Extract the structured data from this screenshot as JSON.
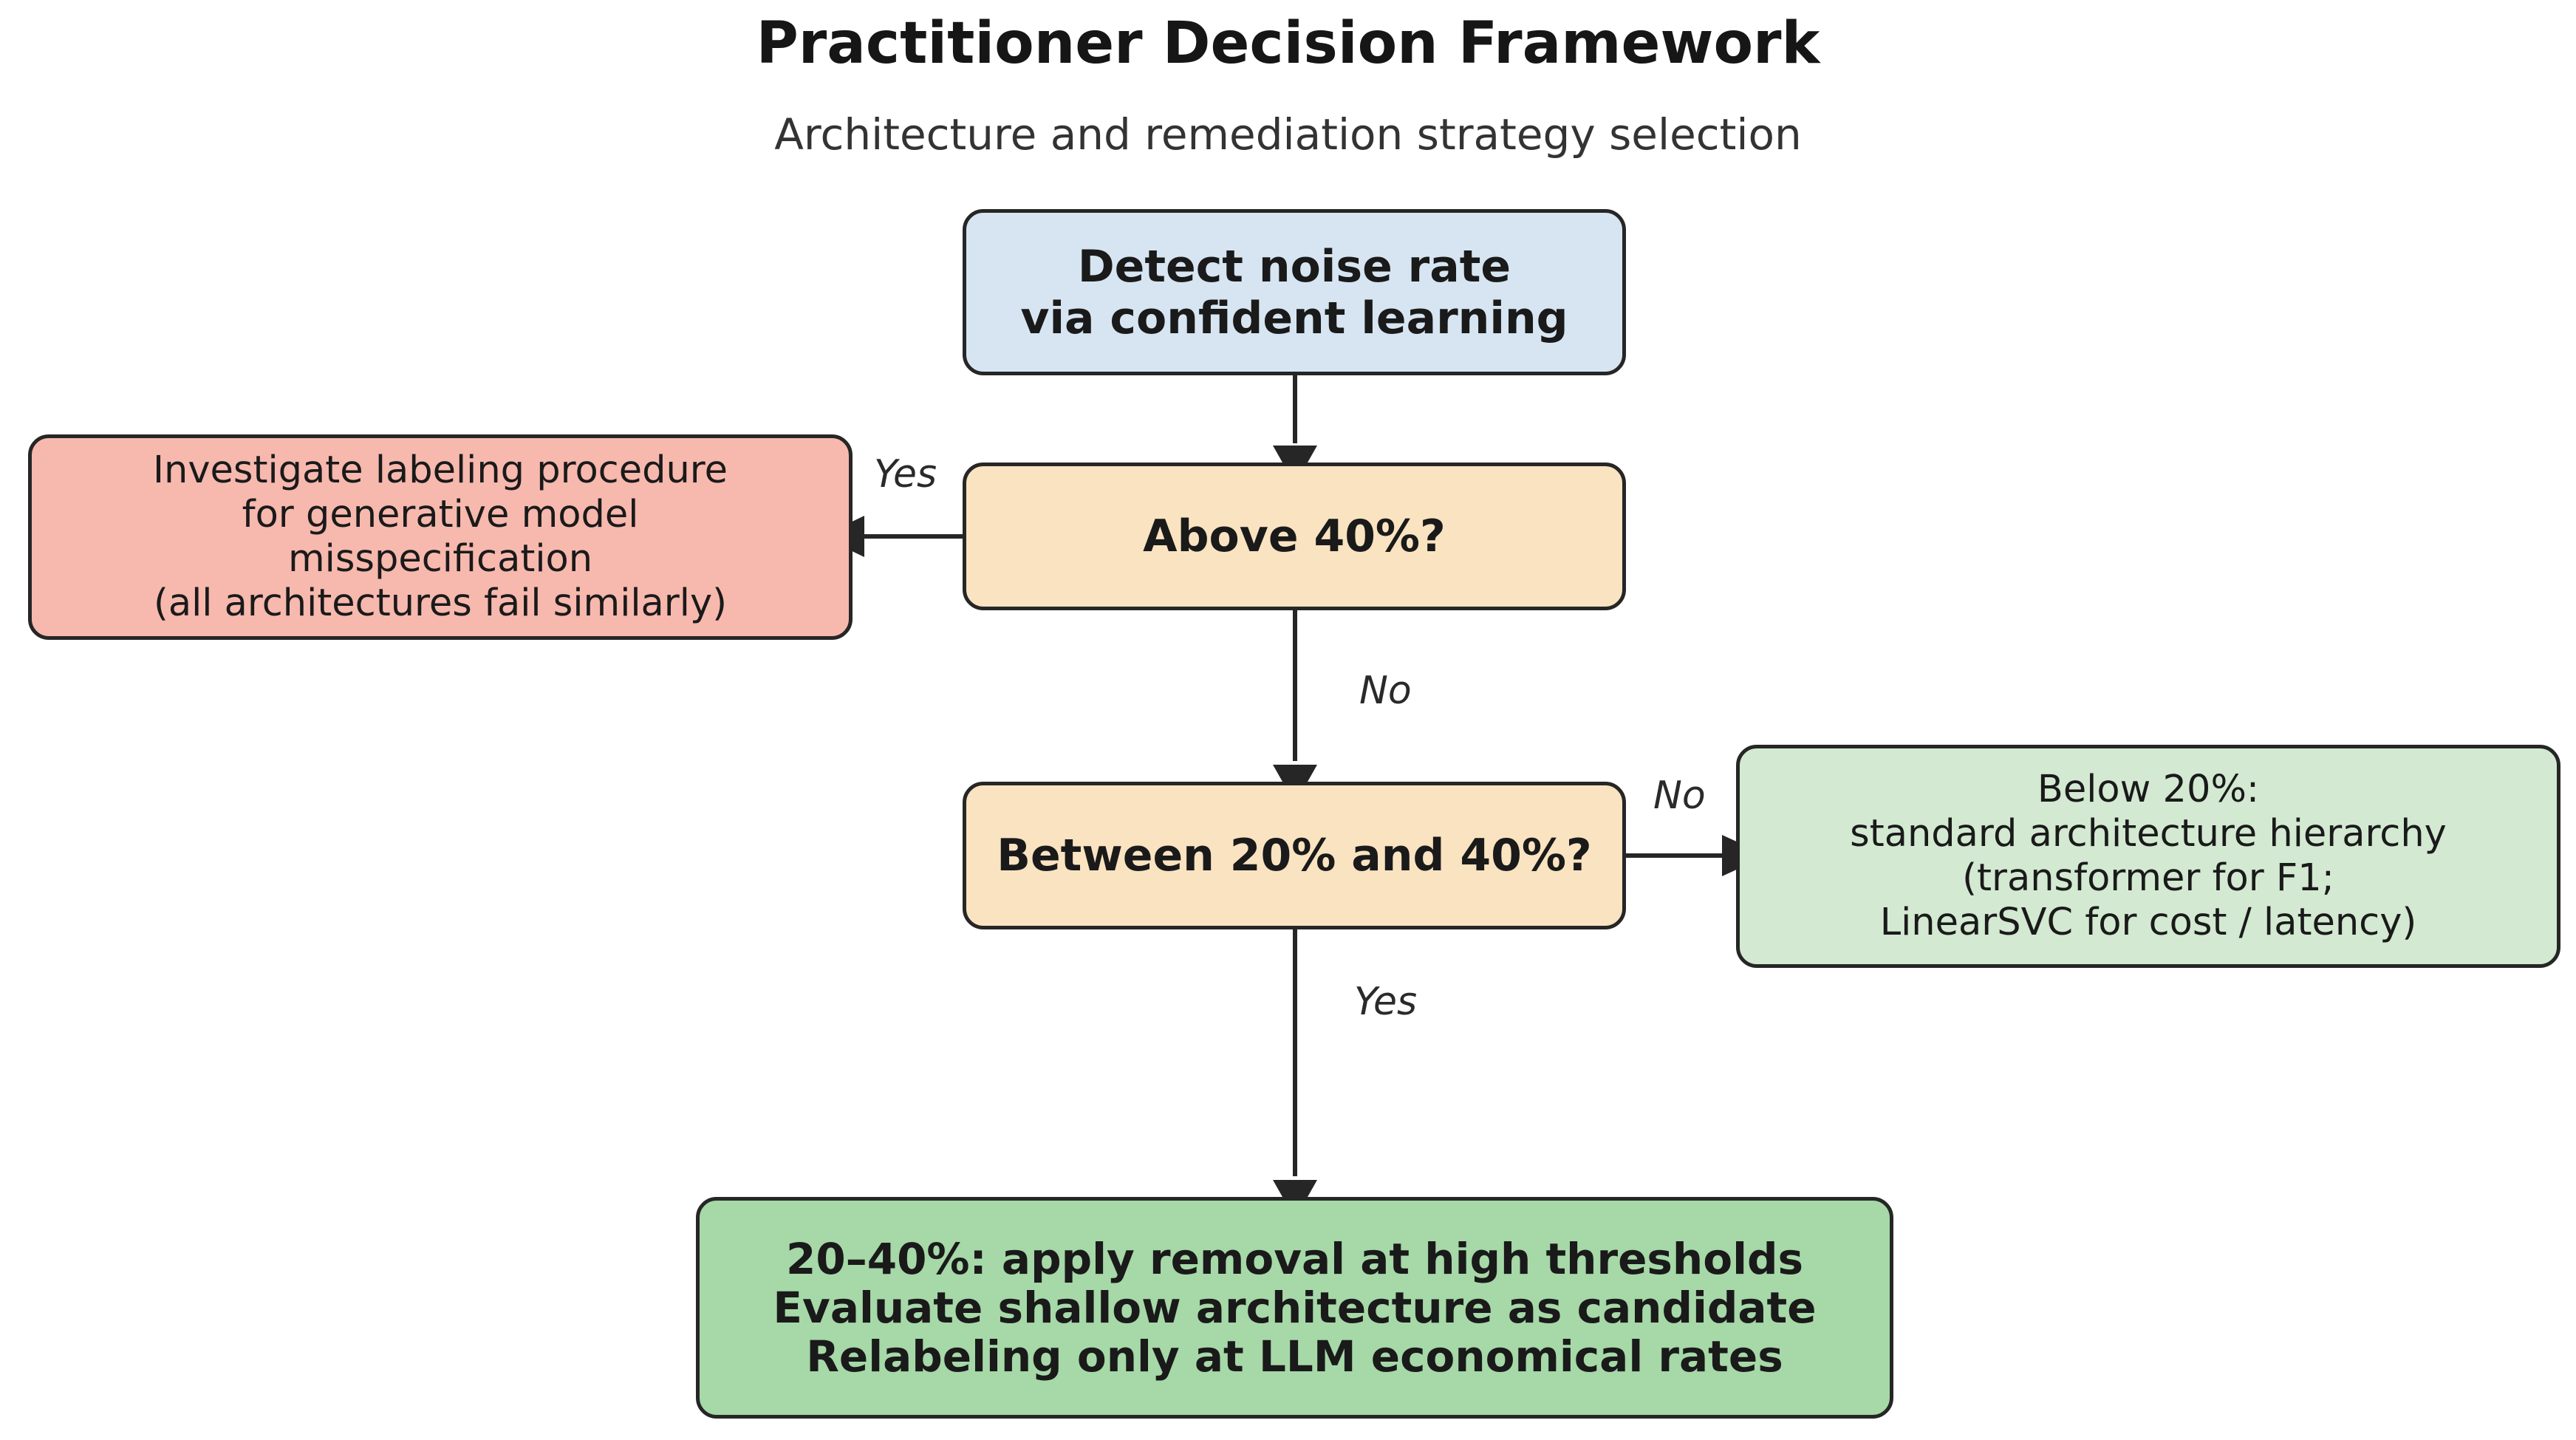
{
  "title": "Practitioner Decision Framework",
  "subtitle": "Architecture and remediation strategy selection",
  "nodes": {
    "start": [
      "Detect noise rate",
      "via confident learning"
    ],
    "above": [
      "Above 40%?"
    ],
    "investigate": [
      "Investigate labeling procedure",
      "for generative model",
      "misspecification",
      "(all architectures fail similarly)"
    ],
    "between": [
      "Between 20% and 40%?"
    ],
    "below": [
      "Below 20%:",
      "standard architecture hierarchy",
      "(transformer for F1;",
      "LinearSVC for cost / latency)"
    ],
    "final": [
      "20–40%: apply removal at high thresholds",
      "Evaluate shallow architecture as candidate",
      "Relabeling only at LLM economical rates"
    ]
  },
  "edges": {
    "above_yes": "Yes",
    "above_no": "No",
    "between_no": "No",
    "between_yes": "Yes"
  },
  "colors": {
    "start": "#d6e5f1",
    "decision": "#f9e3c1",
    "investigate": "#f7b8ae",
    "below": "#d3e9d2",
    "final": "#a6d8a8",
    "stroke": "#262626"
  }
}
